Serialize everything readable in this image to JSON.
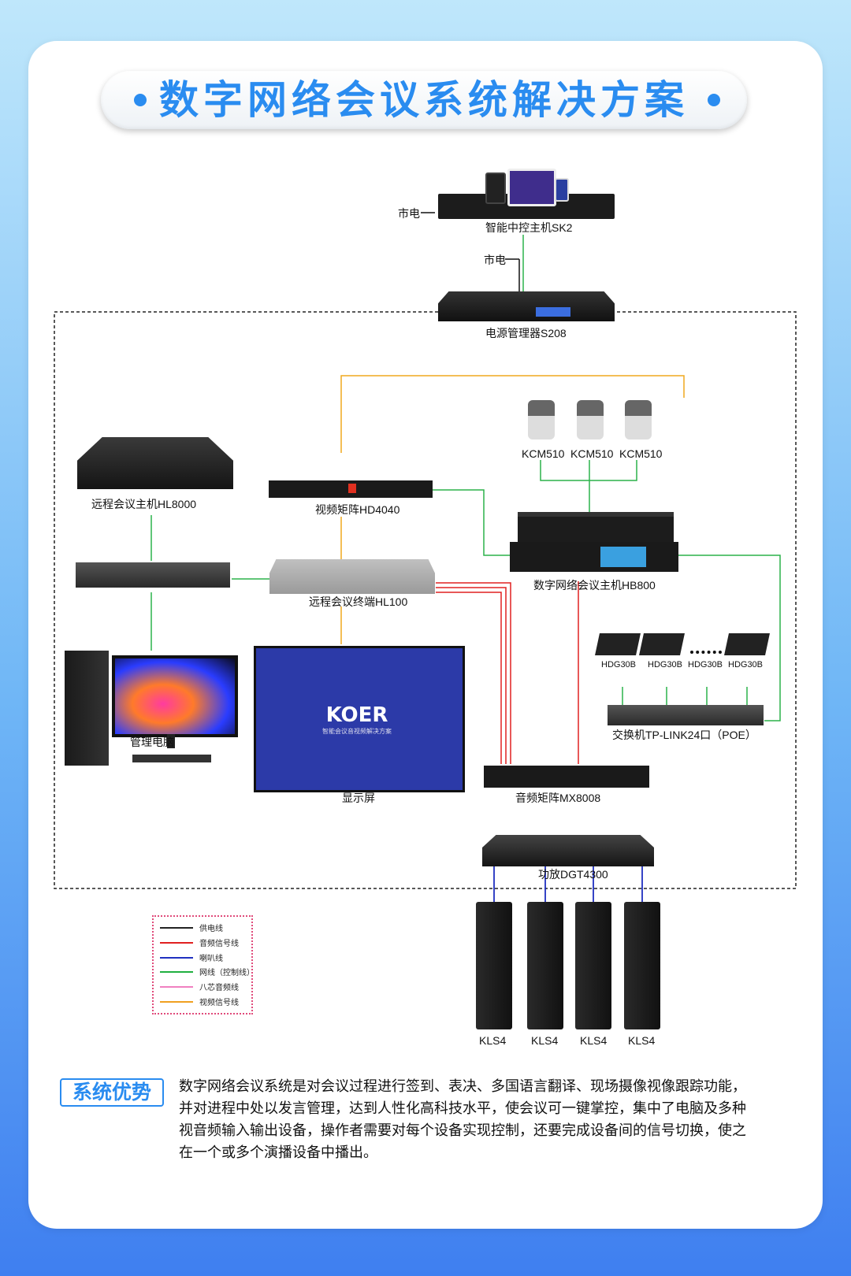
{
  "title": "数字网络会议系统解决方案",
  "devices": {
    "sk2": {
      "label": "智能中控主机SK2",
      "power": "市电"
    },
    "s208": {
      "label": "电源管理器S208",
      "power": "市电"
    },
    "hl8000": {
      "label": "远程会议主机HL8000"
    },
    "hd4040": {
      "label": "视频矩阵HD4040"
    },
    "cameras": [
      "KCM510",
      "KCM510",
      "KCM510"
    ],
    "hb800": {
      "label": "数字网络会议主机HB800"
    },
    "hl100": {
      "label": "远程会议终端HL100"
    },
    "pc": {
      "label": "管理电脑"
    },
    "display": {
      "label": "显示屏",
      "brand": "KOER",
      "tagline": "智能会议音视频解决方案"
    },
    "units": [
      "HDG30B",
      "HDG30B",
      "HDG30B",
      "HDG30B"
    ],
    "switch": {
      "label": "交换机TP-LINK24口（POE）"
    },
    "mx8008": {
      "label": "音频矩阵MX8008"
    },
    "dgt4300": {
      "label": "功放DGT4300"
    },
    "speakers": [
      "KLS4",
      "KLS4",
      "KLS4",
      "KLS4"
    ]
  },
  "legend": [
    {
      "label": "供电线",
      "color": "#222222"
    },
    {
      "label": "音频信号线",
      "color": "#e02020"
    },
    {
      "label": "喇叭线",
      "color": "#2030c0"
    },
    {
      "label": "网线（控制线）",
      "color": "#20b040"
    },
    {
      "label": "八芯音频线",
      "color": "#f080c0"
    },
    {
      "label": "视频信号线",
      "color": "#f0a020"
    }
  ],
  "advantage": {
    "badge": "系统优势",
    "text": "数字网络会议系统是对会议过程进行签到、表决、多国语言翻译、现场摄像视像跟踪功能，并对进程中处以发言管理，达到人性化高科技水平，使会议可一键掌控，集中了电脑及多种视音频输入输出设备，操作者需要对每个设备实现控制，还要完成设备间的信号切换，使之在一个或多个演播设备中播出。"
  }
}
